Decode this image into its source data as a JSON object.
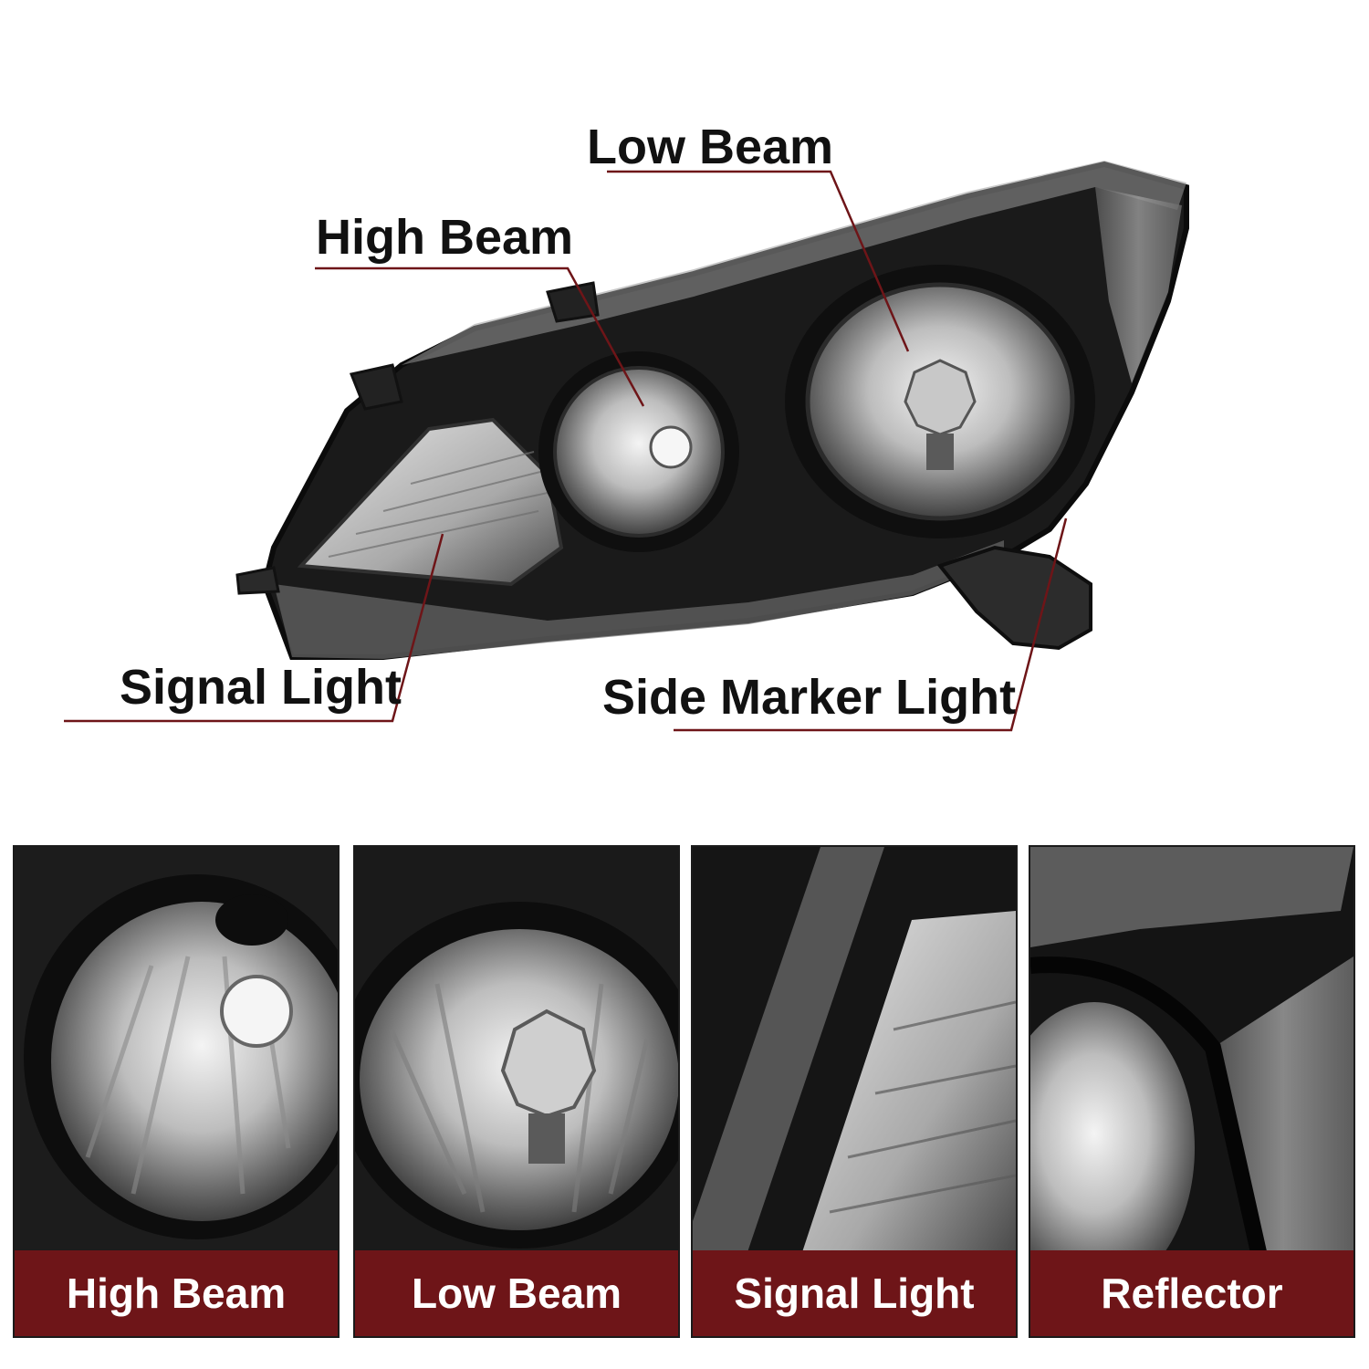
{
  "callouts": {
    "low_beam": "Low Beam",
    "high_beam": "High Beam",
    "signal_light": "Signal Light",
    "side_marker_light": "Side Marker Light"
  },
  "panels": [
    {
      "label": "High Beam"
    },
    {
      "label": "Low Beam"
    },
    {
      "label": "Signal Light"
    },
    {
      "label": "Reflector"
    }
  ],
  "colors": {
    "label_bar": "#6e1518",
    "leader_line": "#6e1518",
    "housing": "#121212"
  }
}
